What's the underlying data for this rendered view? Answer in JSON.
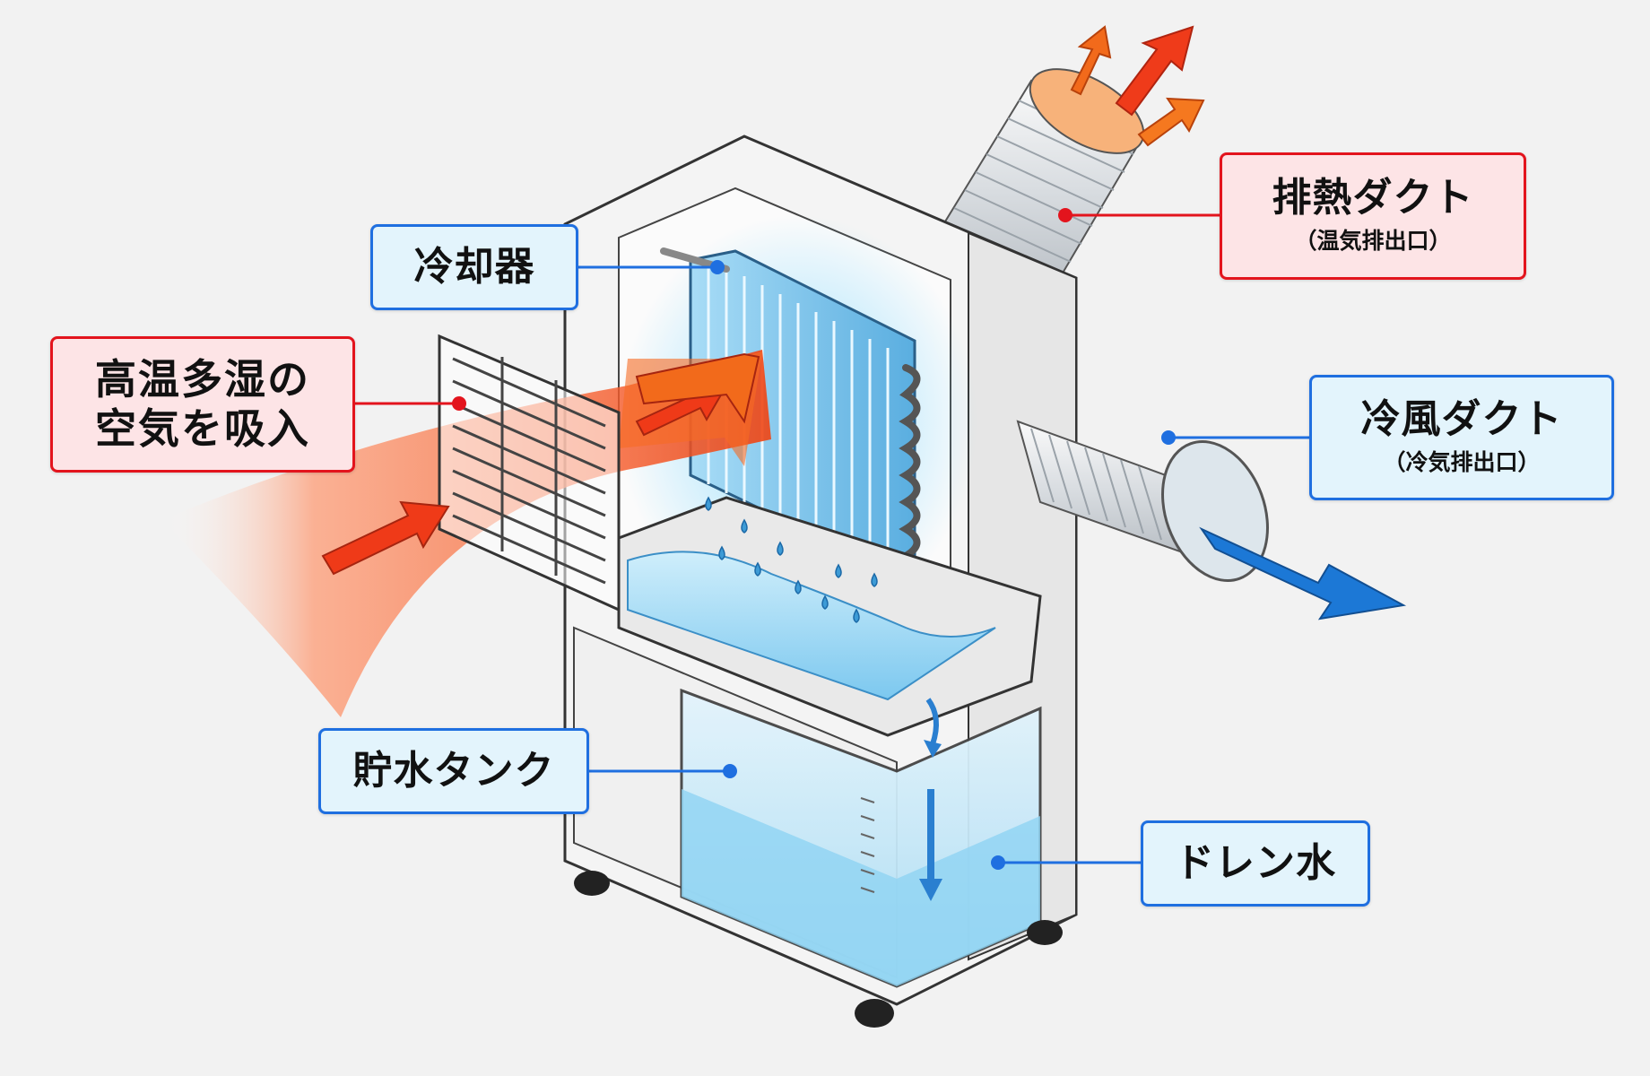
{
  "labels": {
    "cooler": {
      "main": "冷却器"
    },
    "intake": {
      "line1": "高温多湿の",
      "line2": "空気を吸入"
    },
    "exhaust_duct": {
      "main": "排熱ダクト",
      "sub": "（温気排出口）"
    },
    "cold_duct": {
      "main": "冷風ダクト",
      "sub": "（冷気排出口）"
    },
    "tank": {
      "main": "貯水タンク"
    },
    "drain": {
      "main": "ドレン水"
    }
  },
  "colors": {
    "hot_accent": "#e3141d",
    "cool_accent": "#1f6fe0",
    "hot_label_bg": "#fde4e6",
    "cool_label_bg": "#e3f4fc",
    "hot_air": "#f25a1e",
    "cold_air": "#1c78d6",
    "water": "#8fd3f2"
  }
}
